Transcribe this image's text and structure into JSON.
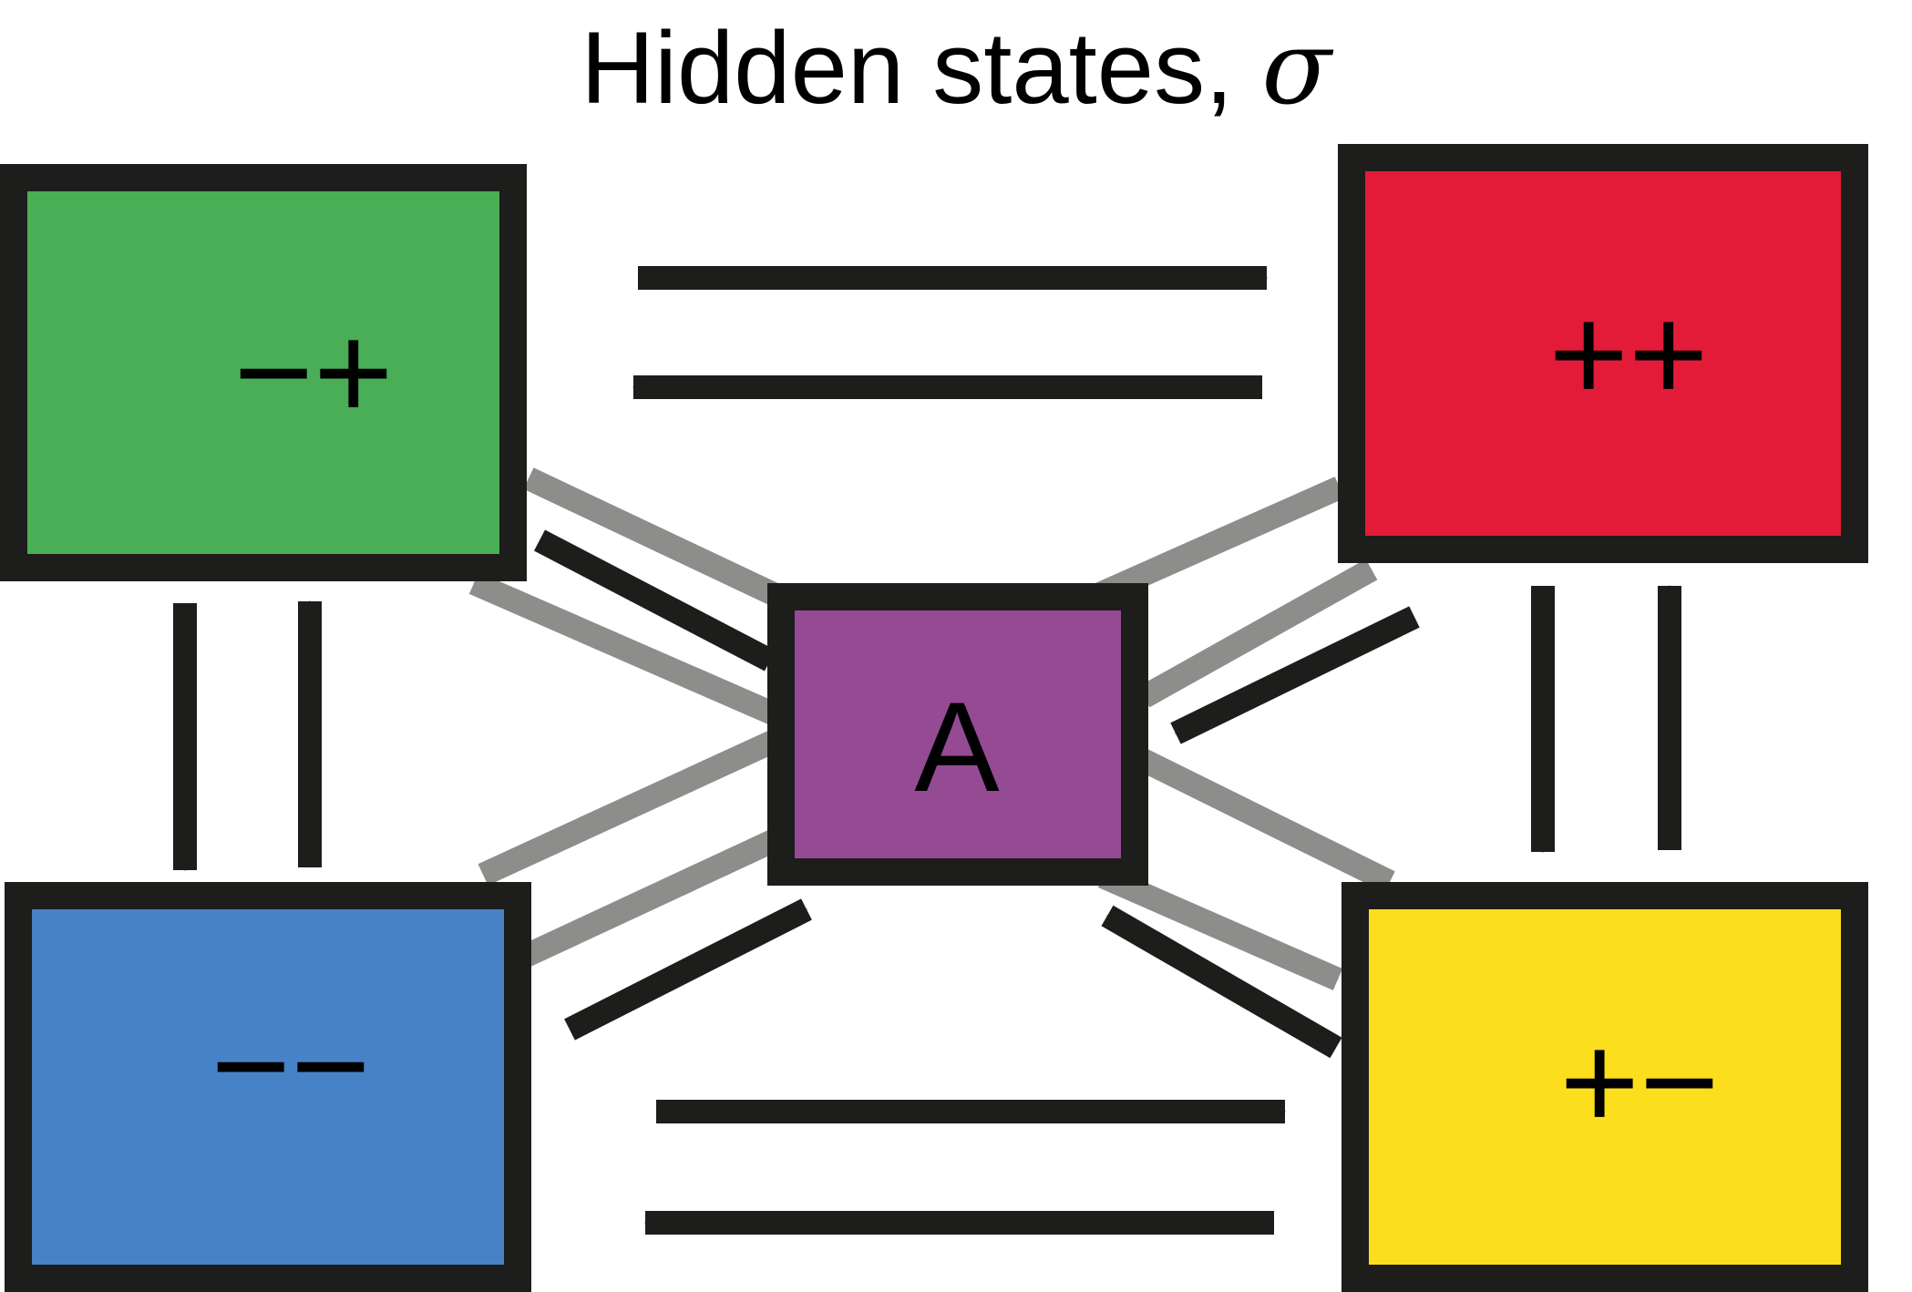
{
  "title": {
    "text": "Hidden states, ",
    "symbol": "σ"
  },
  "states": {
    "mp": {
      "label": "−+",
      "color": "#49ae55"
    },
    "pp": {
      "label": "++",
      "color": "#e41b38"
    },
    "mm": {
      "label": "−−",
      "color": "#4882c6"
    },
    "pm": {
      "label": "+−",
      "color": "#fbdf1c"
    },
    "A": {
      "label": "A",
      "color": "#954a94"
    }
  },
  "colors": {
    "border": "#1d1d1b",
    "arrow_black": "#1d1d1b",
    "arrow_gray": "#8d8d8b"
  }
}
